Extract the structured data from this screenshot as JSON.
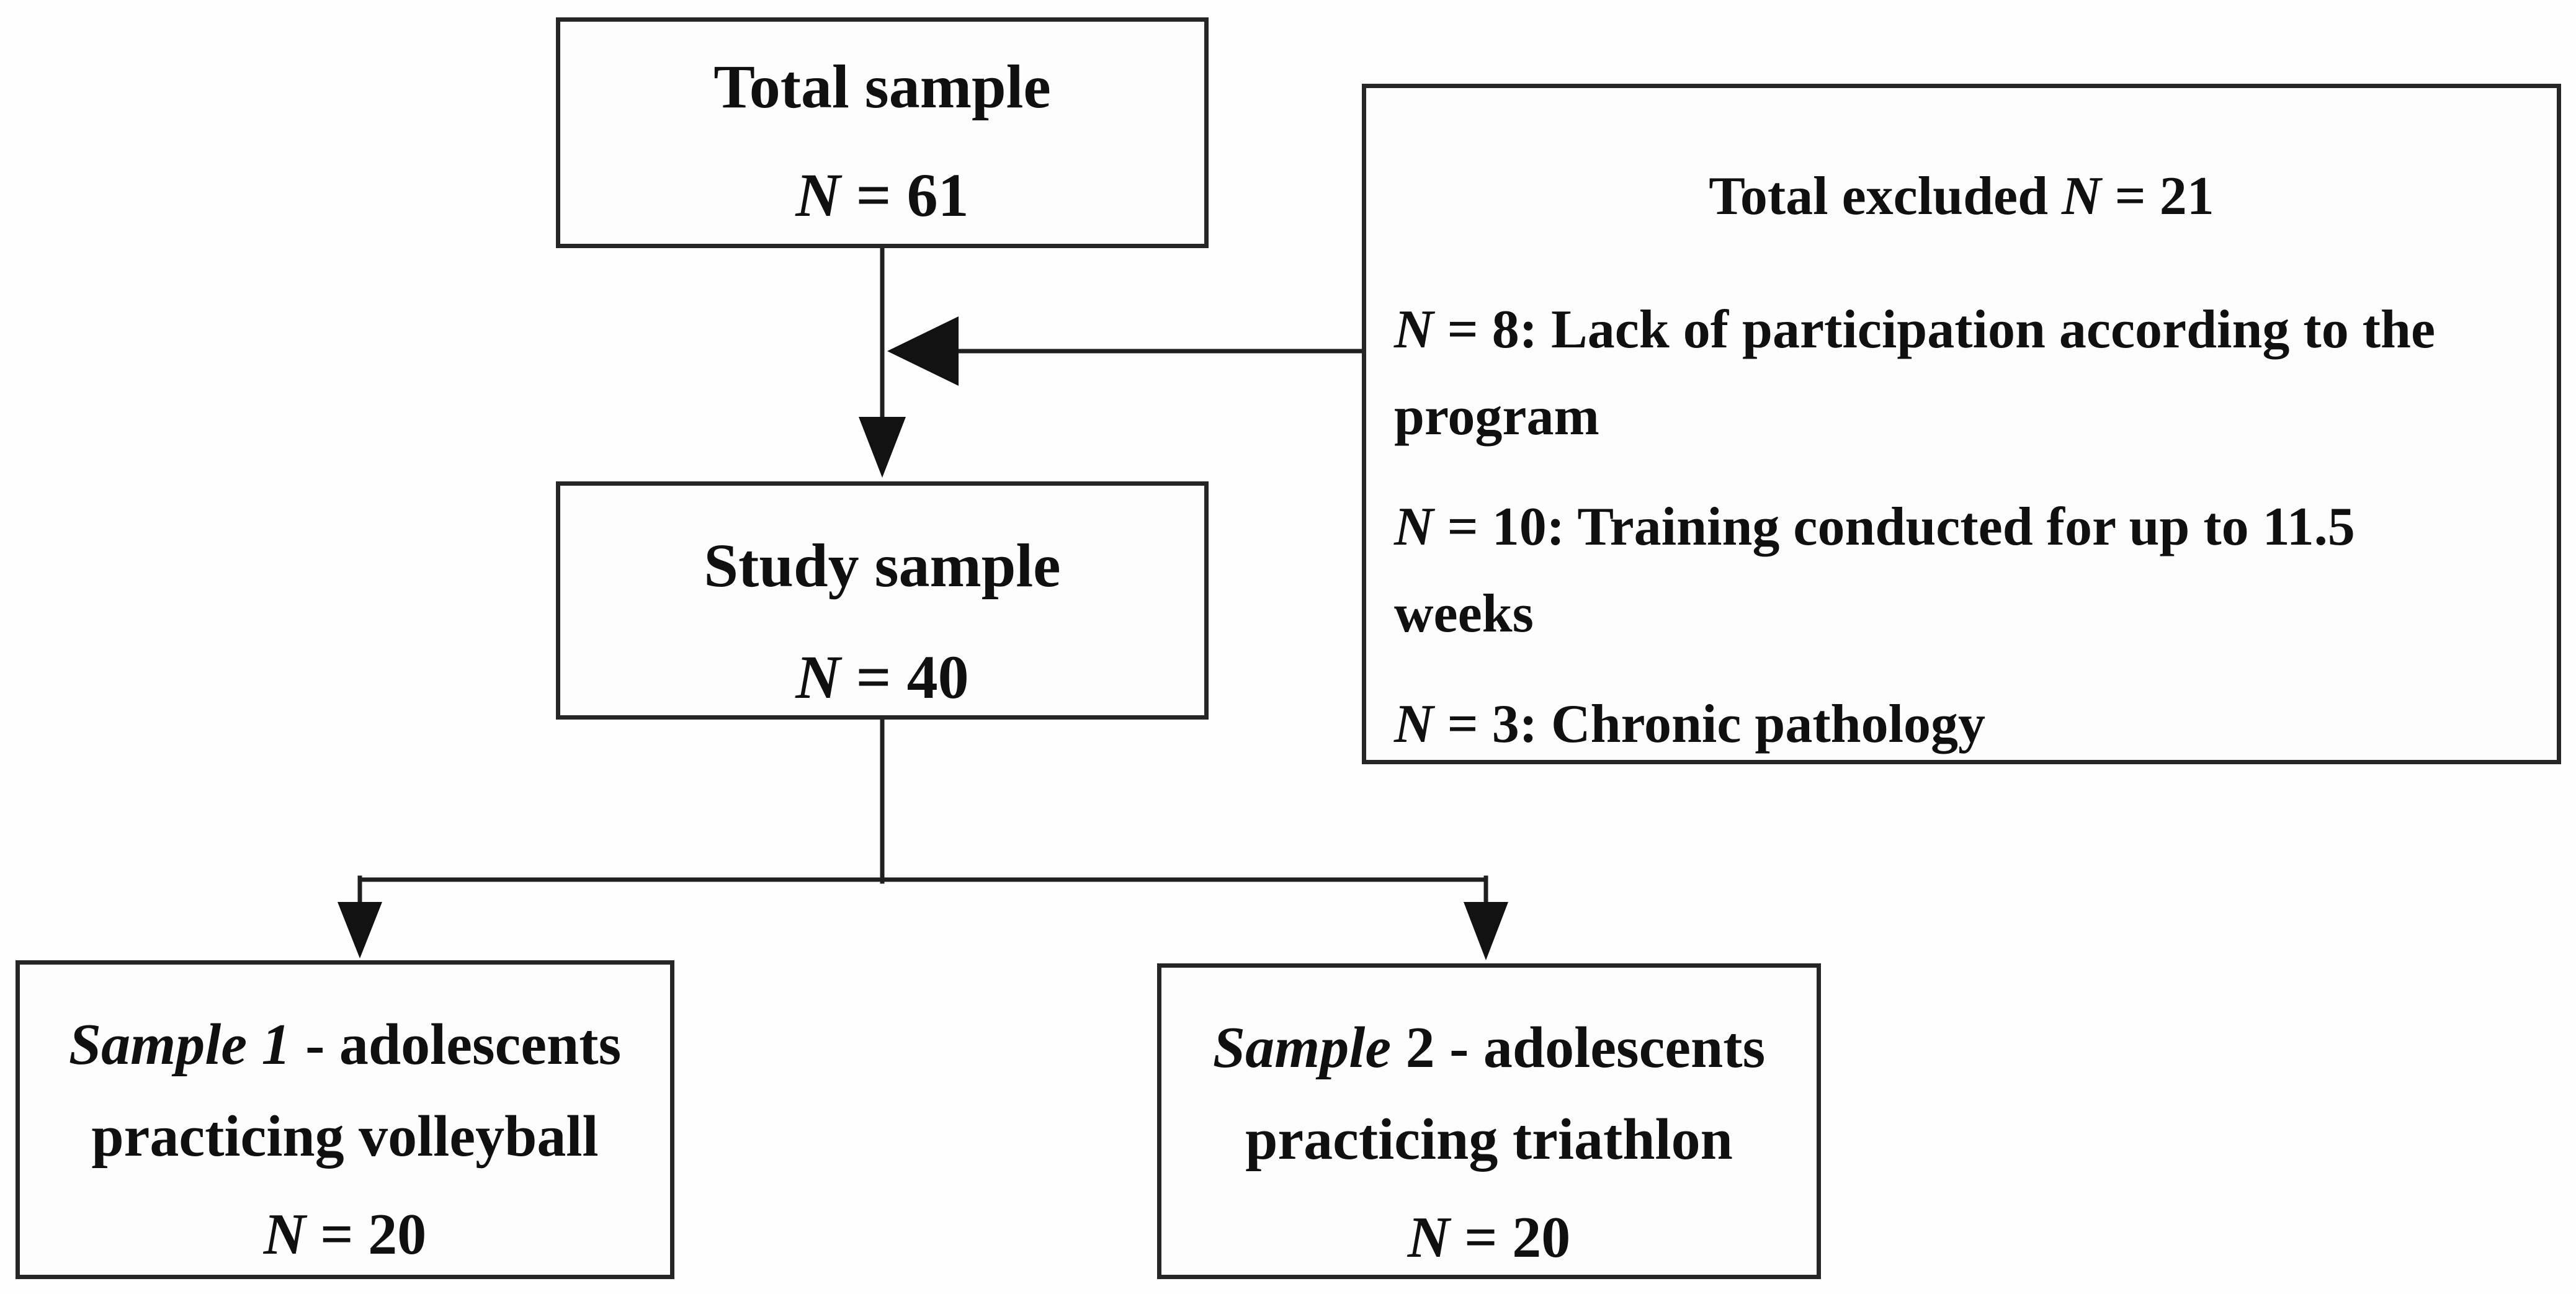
{
  "diagram": {
    "colors": {
      "background": "#fefefe",
      "border": "#262626",
      "text": "#101010",
      "arrow": "#1f1f1f"
    },
    "total_sample": {
      "title": "Total sample",
      "n_italic": "N",
      "n_rest": " = 61"
    },
    "study_sample": {
      "title": "Study sample",
      "n_italic": "N",
      "n_rest": " = 40"
    },
    "excluded": {
      "title_pre": "Total excluded ",
      "title_n": "N",
      "title_rest": " = 21",
      "items": [
        {
          "n": "N",
          "line1": " = 8: Lack of participation according to the",
          "line2": "program"
        },
        {
          "n": "N",
          "line1": " = 10: Training conducted for up to 11.5",
          "line2": "weeks"
        },
        {
          "n": "N",
          "line1": " = 3: Chronic pathology",
          "line2": ""
        }
      ]
    },
    "sample1": {
      "line1_italic": "Sample 1",
      "line1_rest": " - adolescents",
      "line2": "practicing volleyball",
      "n_italic": "N",
      "n_rest": " = 20"
    },
    "sample2": {
      "line1_italic": "Sample",
      "line1_rest": " 2 - adolescents",
      "line2": "practicing triathlon",
      "n_italic": "N",
      "n_rest": " = 20"
    }
  }
}
